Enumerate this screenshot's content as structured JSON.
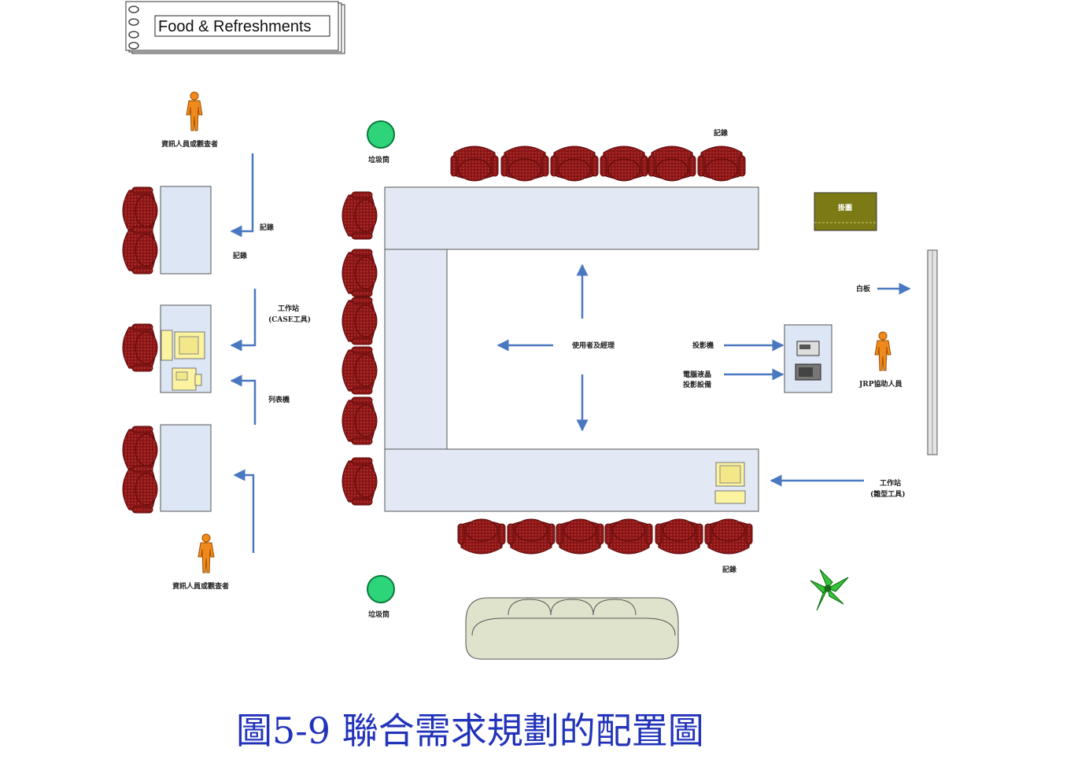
{
  "notebook": {
    "title": "Food & Refreshments"
  },
  "labels": {
    "viewer_top": "資訊人員或觀查者",
    "viewer_bottom": "資訊人員或觀查者",
    "trash_top": "垃圾筒",
    "trash_bottom": "垃圾筒",
    "record_top": "記錄",
    "record_left_arrow": "記錄",
    "record_left_table": "記錄",
    "record_bottom": "記錄",
    "workstation_case_1": "工作站",
    "workstation_case_2": "(CASE工具)",
    "printer": "列表機",
    "users": "使用者及經理",
    "projector": "投影機",
    "lcd_1": "電腦液晶",
    "lcd_2": "投影設備",
    "whiteboard": "白板",
    "jrp": "JRP協助人員",
    "workstation_proto_1": "工作站",
    "workstation_proto_2": "(雛型工具)",
    "screen": "掛圖"
  },
  "caption": "圖5-9 聯合需求規劃的配置圖",
  "colors": {
    "chair": "#7a1010",
    "table": "#dde6f5",
    "arrow": "#4a78c0",
    "person": "#f08a1c",
    "caption": "#2233bb"
  }
}
